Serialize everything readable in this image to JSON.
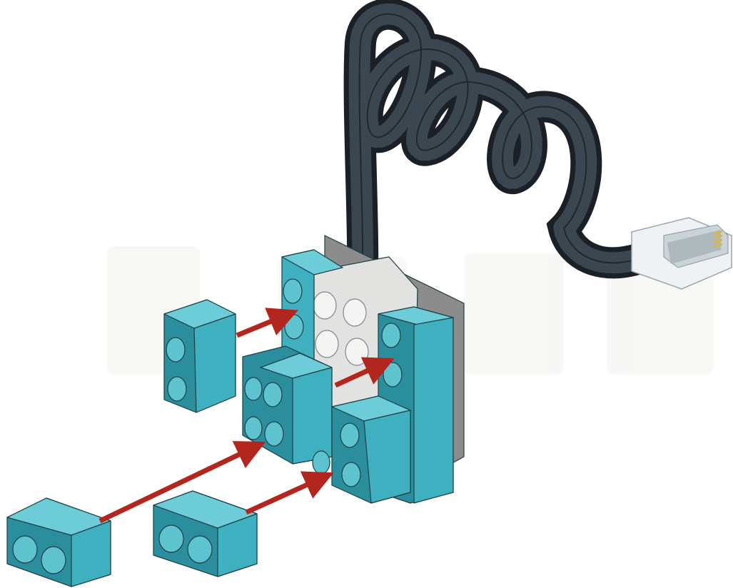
{
  "watermark": {
    "text": ""
  },
  "colors": {
    "brick_front": "#3fb0bf",
    "brick_side": "#2b8e9c",
    "brick_top": "#6ccdd8",
    "plate_light": "#e8e8e6",
    "plate_shadow": "#8c8c8c",
    "cable": "#1a2026",
    "arrow": "#b3261e",
    "connector": "#e6ebee"
  },
  "parts": [
    {
      "name": "loose-brick-upper",
      "icon": "brick-1x2-icon"
    },
    {
      "name": "loose-brick-bottom-left",
      "icon": "brick-1x2-icon"
    },
    {
      "name": "loose-brick-bottom-middle",
      "icon": "brick-1x2-icon"
    },
    {
      "name": "sensor-module",
      "icon": "sensor-cable-icon"
    }
  ]
}
